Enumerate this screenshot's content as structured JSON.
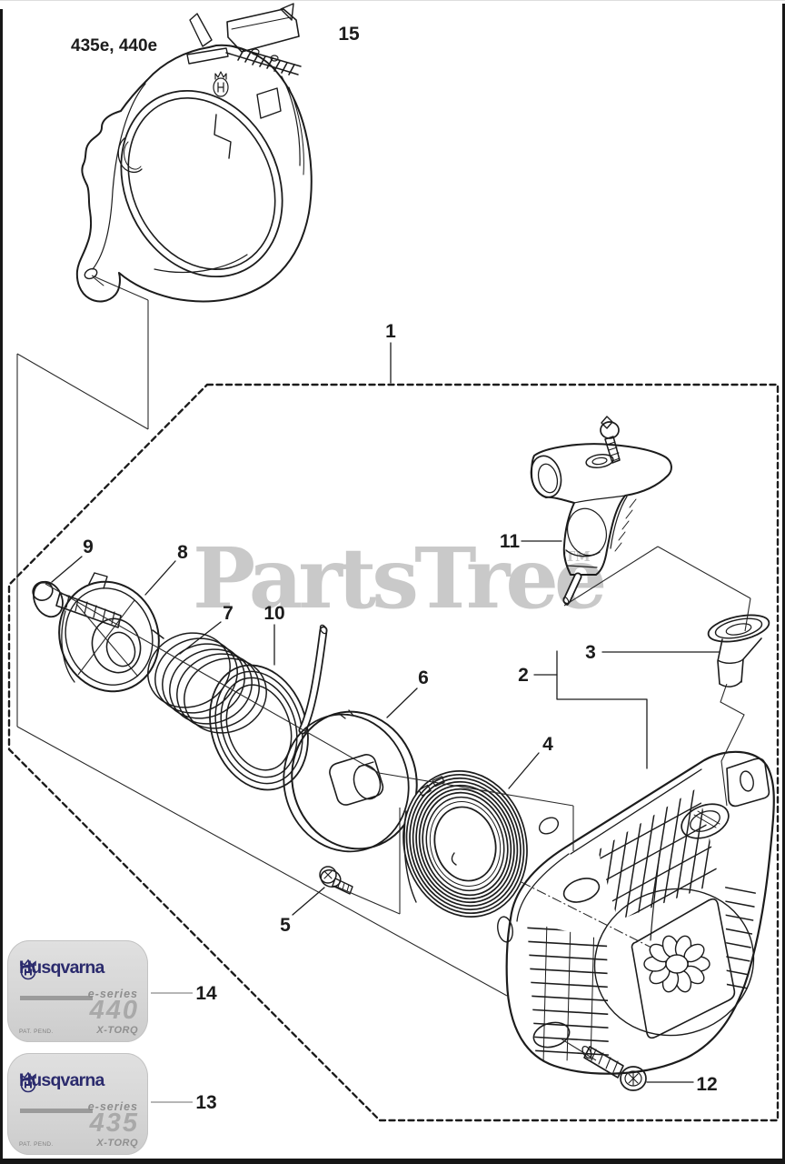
{
  "diagram": {
    "models_label": "435e, 440e",
    "watermark": {
      "text": "PartsTree",
      "tm": "TM"
    }
  },
  "callouts": {
    "c1": "1",
    "c2": "2",
    "c3": "3",
    "c4": "4",
    "c5": "5",
    "c6": "6",
    "c7": "7",
    "c8": "8",
    "c9": "9",
    "c10": "10",
    "c11": "11",
    "c12": "12",
    "c13": "13",
    "c14": "14",
    "c15": "15"
  },
  "decals": {
    "d440": {
      "brand": "Husqvarna",
      "series": "e-series",
      "model": "440",
      "patent": "PAT. PEND.",
      "tech": "X-TORQ"
    },
    "d435": {
      "brand": "Husqvarna",
      "series": "e-series",
      "model": "435",
      "patent": "PAT. PEND.",
      "tech": "X-TORQ"
    }
  },
  "colors": {
    "ink": "#1c1c1c",
    "watermark_gray": "#c9c9c9",
    "brand_navy": "#2b2b6d",
    "decal_bg": "#d7d7d7",
    "decal_gray": "#9b9b9b"
  }
}
